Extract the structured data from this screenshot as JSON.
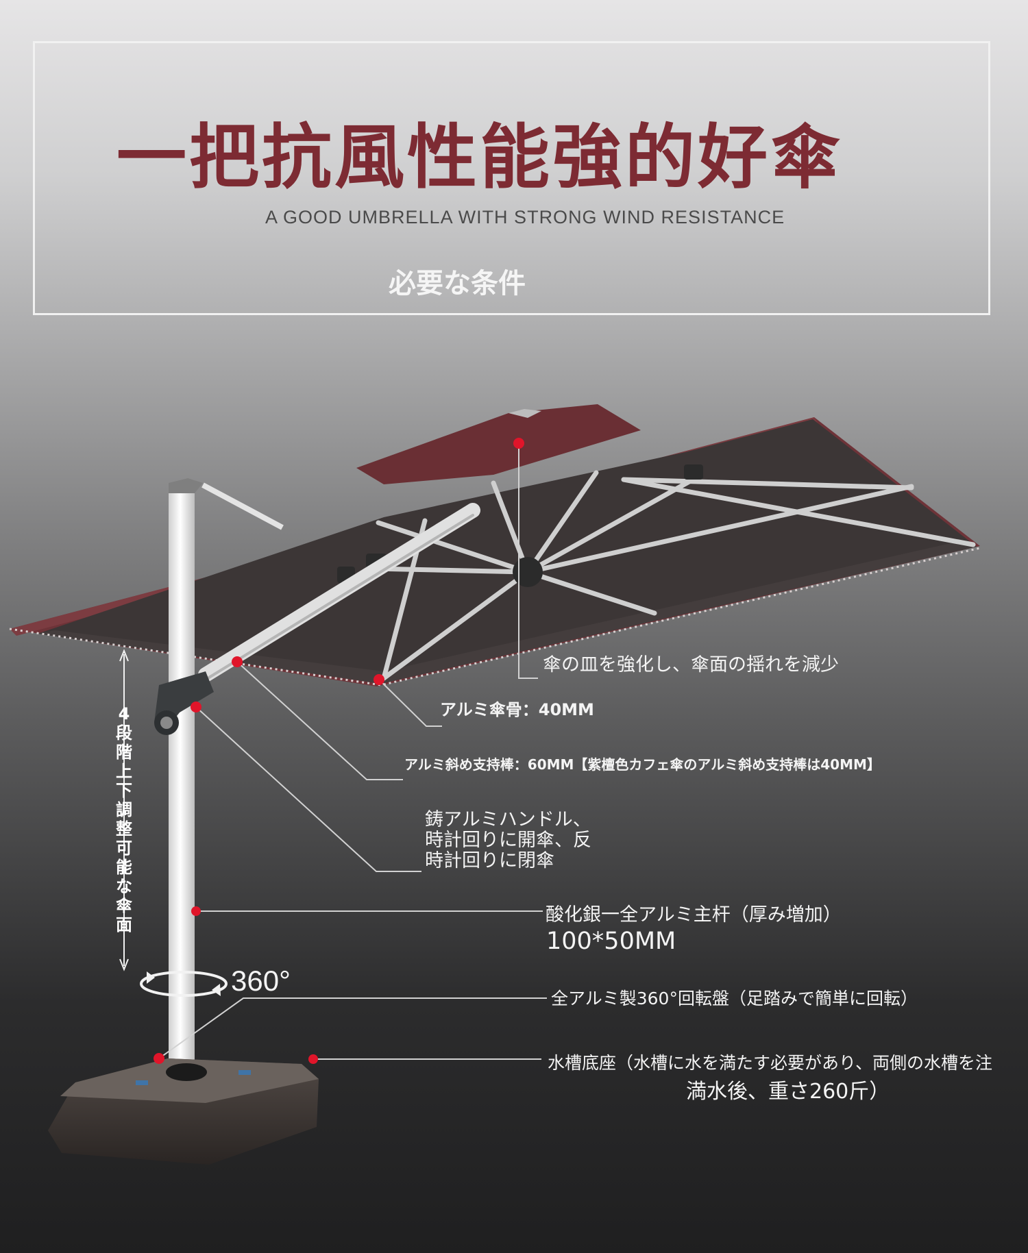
{
  "header": {
    "title": "一把抗風性能強的好傘",
    "subtitle": "A GOOD UMBRELLA WITH STRONG WIND RESISTANCE",
    "subtitle2": "必要な条件"
  },
  "annotations": {
    "canopy_plate": "傘の皿を強化し、傘面の揺れを減少",
    "rib": "アルミ傘骨：40MM",
    "strut": "アルミ斜め支持棒：60MM【紫檀色カフェ傘のアルミ斜め支持棒は40MM】",
    "handle": "鋳アルミハンドル、\n時計回りに開傘、反\n時計回りに閉傘",
    "pole": "酸化銀一全アルミ主杆（厚み増加）",
    "pole_size": "100*50MM",
    "turntable": "全アルミ製360°回転盤（足踏みで簡単に回転）",
    "base": "水槽底座（水槽に水を満たす必要があり、両側の水槽を注",
    "base_weight": "満水後、重さ260斤）",
    "rotation": "360°",
    "height_adjust": "4段階上下調整可能な傘面"
  },
  "colors": {
    "title": "#7d2b33",
    "canopy_top": "#6e3338",
    "canopy_under": "#3a3434",
    "marker": "#e0152a"
  }
}
